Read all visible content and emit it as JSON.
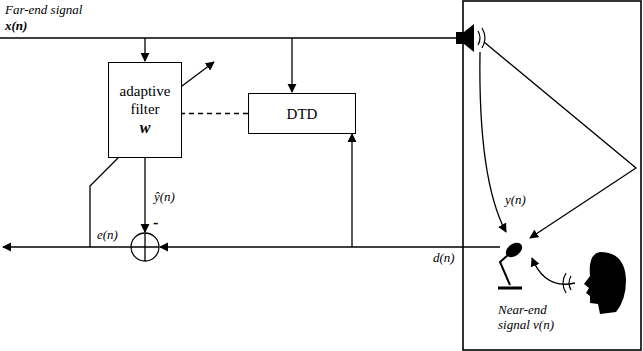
{
  "diagram": {
    "nodes": [
      {
        "text": [
          "adaptive filter",
          "w"
        ]
      },
      {
        "text": [
          "DTD"
        ]
      }
    ],
    "edges": [
      {
        "from": 1,
        "to": 0,
        "arrow": "none"
      }
    ],
    "labels": [
      "Far-end signal",
      "x(n)",
      "ŷ(n)",
      "-",
      "e(n)",
      "d(n)",
      "y(n)",
      "Near-end signal v(n)"
    ]
  }
}
